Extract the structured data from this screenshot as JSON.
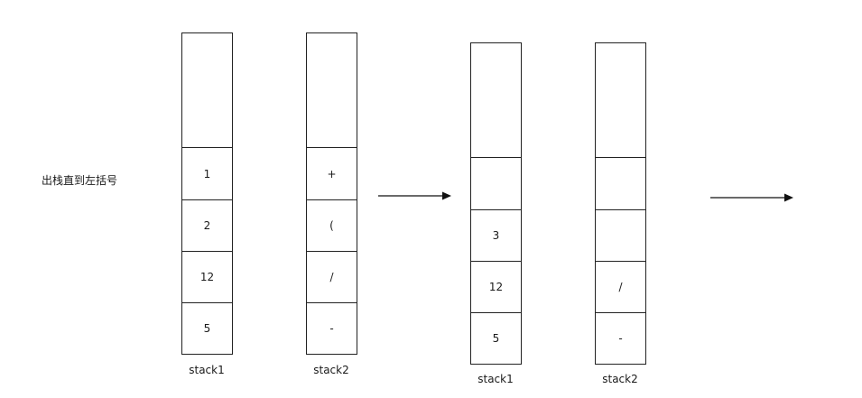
{
  "caption": "出栈直到左括号",
  "before": {
    "stack1": {
      "label": "stack1",
      "cells": [
        "1",
        "2",
        "12",
        "5"
      ]
    },
    "stack2": {
      "label": "stack2",
      "cells": [
        "+",
        "(",
        "/",
        "-"
      ]
    }
  },
  "after": {
    "stack1": {
      "label": "stack1",
      "cells": [
        "",
        "3",
        "12",
        "5"
      ]
    },
    "stack2": {
      "label": "stack2",
      "cells": [
        "",
        "",
        "/",
        "-"
      ]
    }
  }
}
